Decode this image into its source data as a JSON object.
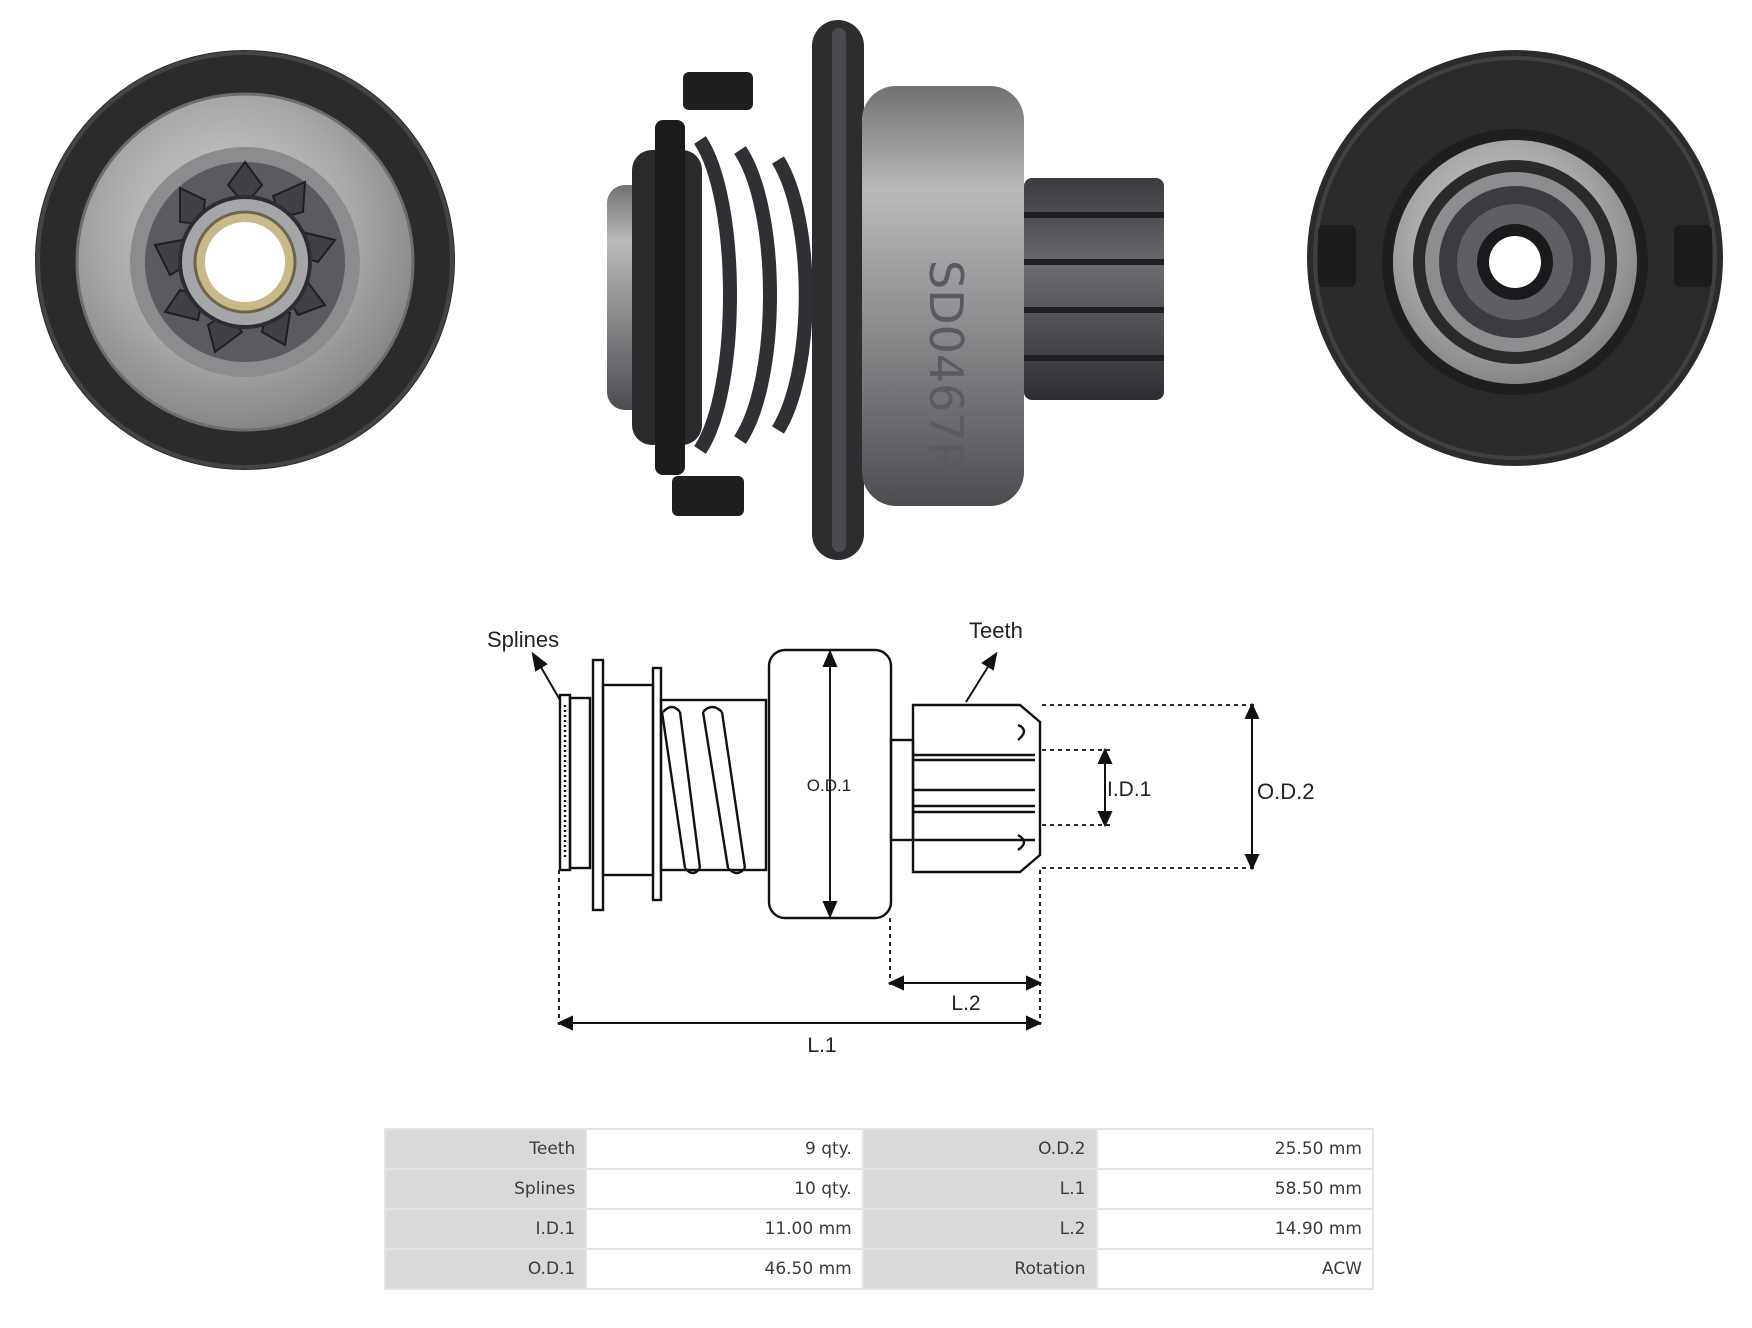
{
  "diagram": {
    "labels": {
      "splines": "Splines",
      "teeth": "Teeth",
      "od1": "O.D.1",
      "id1": "I.D.1",
      "od2": "O.D.2",
      "l1": "L.1",
      "l2": "L.2"
    }
  },
  "specs": {
    "rows": [
      {
        "k1": "Teeth",
        "v1": "9 qty.",
        "k2": "O.D.2",
        "v2": "25.50 mm"
      },
      {
        "k1": "Splines",
        "v1": "10 qty.",
        "k2": "L.1",
        "v2": "58.50 mm"
      },
      {
        "k1": "I.D.1",
        "v1": "11.00 mm",
        "k2": "L.2",
        "v2": "14.90 mm"
      },
      {
        "k1": "O.D.1",
        "v1": "46.50 mm",
        "k2": "Rotation",
        "v2": "ACW"
      }
    ]
  },
  "colors": {
    "rubber": "#2b2b2e",
    "steel": "#a9aaab",
    "line": "#111111"
  }
}
